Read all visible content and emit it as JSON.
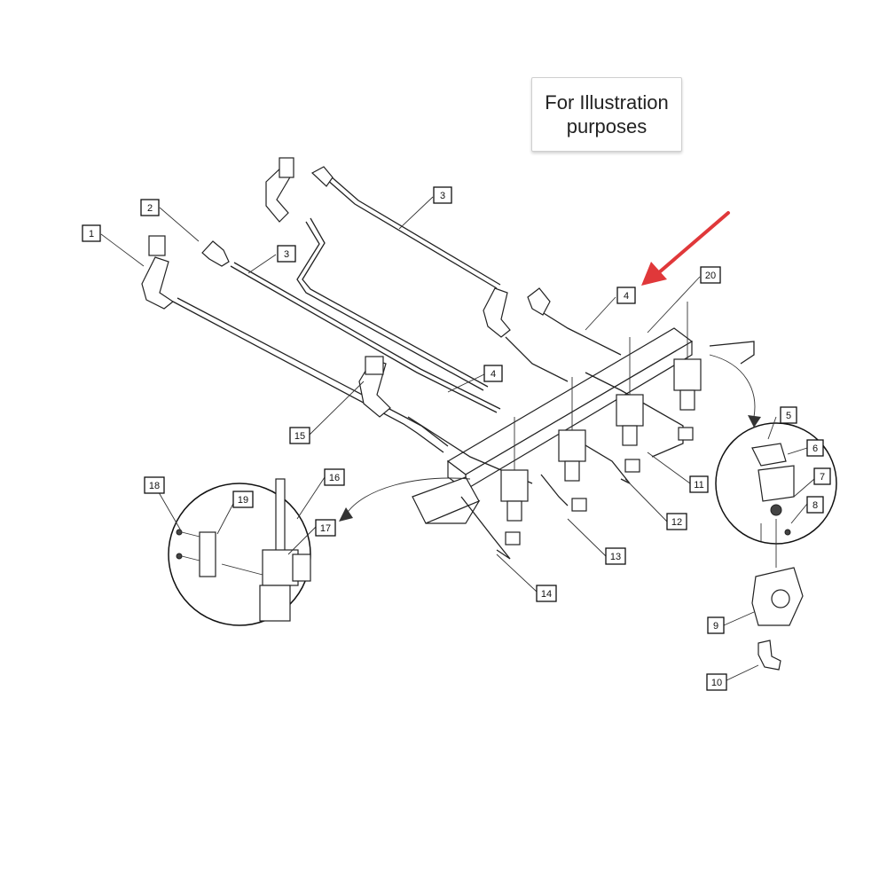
{
  "note": {
    "text": "For Illustration\npurposes"
  },
  "arrow_color": "#e0383a",
  "callouts": {
    "c1": "1",
    "c2": "2",
    "c3a": "3",
    "c3b": "3",
    "c4a": "4",
    "c4b": "4",
    "c5": "5",
    "c6": "6",
    "c7": "7",
    "c8": "8",
    "c9": "9",
    "c10": "10",
    "c11": "11",
    "c12": "12",
    "c13": "13",
    "c14": "14",
    "c15": "15",
    "c16": "16",
    "c17": "17",
    "c18": "18",
    "c19": "19",
    "c20": "20"
  }
}
